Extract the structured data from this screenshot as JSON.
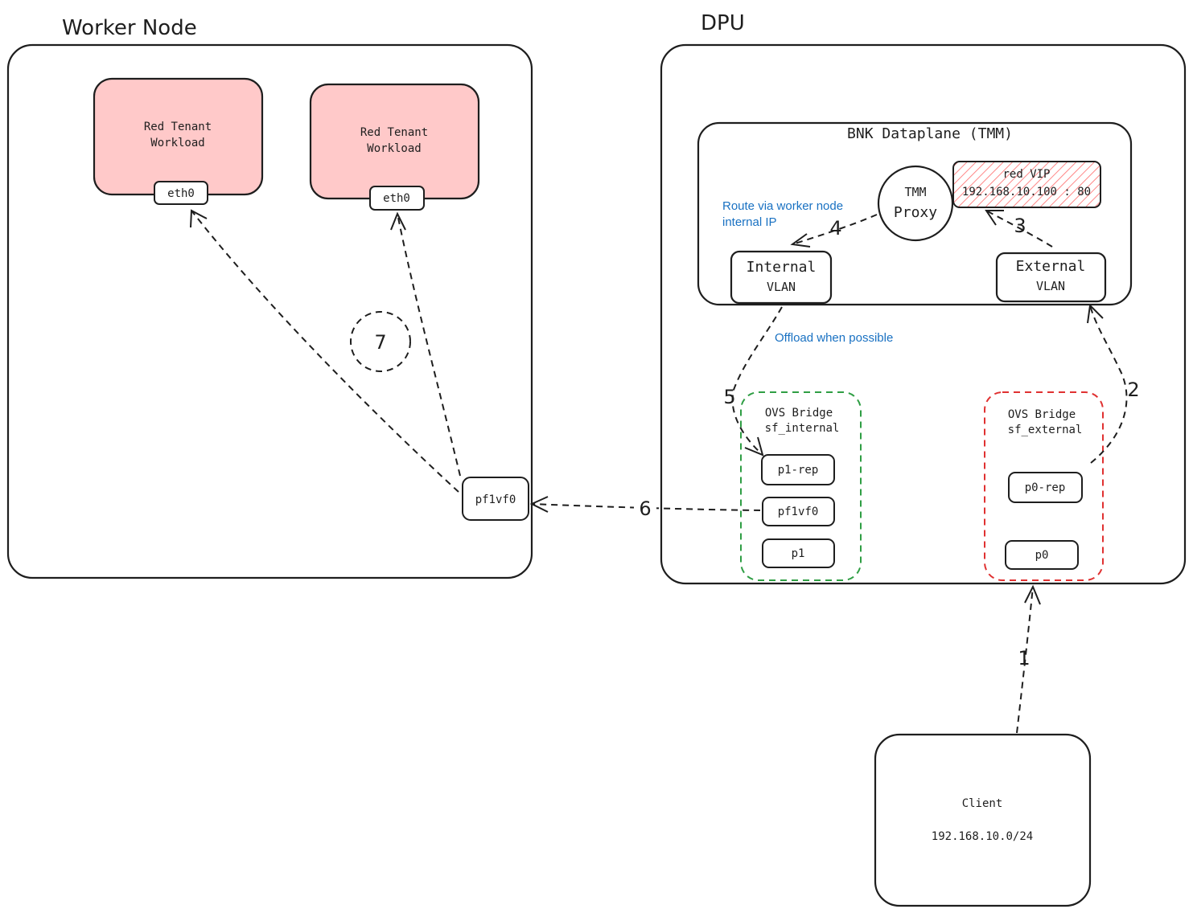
{
  "worker_node": {
    "title": "Worker Node",
    "workload_1": {
      "line1": "Red Tenant",
      "line2": "Workload",
      "port": "eth0"
    },
    "workload_2": {
      "line1": "Red Tenant",
      "line2": "Workload",
      "port": "eth0"
    },
    "vf_port": "pf1vf0"
  },
  "dpu": {
    "title": "DPU",
    "dataplane": {
      "title": "BNK Dataplane (TMM)",
      "proxy": {
        "line1": "TMM",
        "line2": "Proxy"
      },
      "vip": {
        "line1": "red VIP",
        "line2": "192.168.10.100 : 80"
      },
      "internal_vlan": {
        "line1": "Internal",
        "line2": "VLAN"
      },
      "external_vlan": {
        "line1": "External",
        "line2": "VLAN"
      },
      "route_note": {
        "line1": "Route via worker node",
        "line2": "internal IP"
      }
    },
    "offload_note": "Offload when possible",
    "bridge_internal": {
      "line1": "OVS Bridge",
      "line2": "sf_internal",
      "ports": [
        "p1-rep",
        "pf1vf0",
        "p1"
      ],
      "color": "#2f9e44"
    },
    "bridge_external": {
      "line1": "OVS Bridge",
      "line2": "sf_external",
      "ports": [
        "p0-rep",
        "p0"
      ],
      "color": "#e03131"
    }
  },
  "client": {
    "title": "Client",
    "subnet": "192.168.10.0/24"
  },
  "steps": [
    "1",
    "2",
    "3",
    "4",
    "5",
    "6",
    "7"
  ],
  "colors": {
    "tenant_fill": "#ffc9c9",
    "note_text": "#1971c2",
    "vip_hatch": "#ff8787"
  }
}
